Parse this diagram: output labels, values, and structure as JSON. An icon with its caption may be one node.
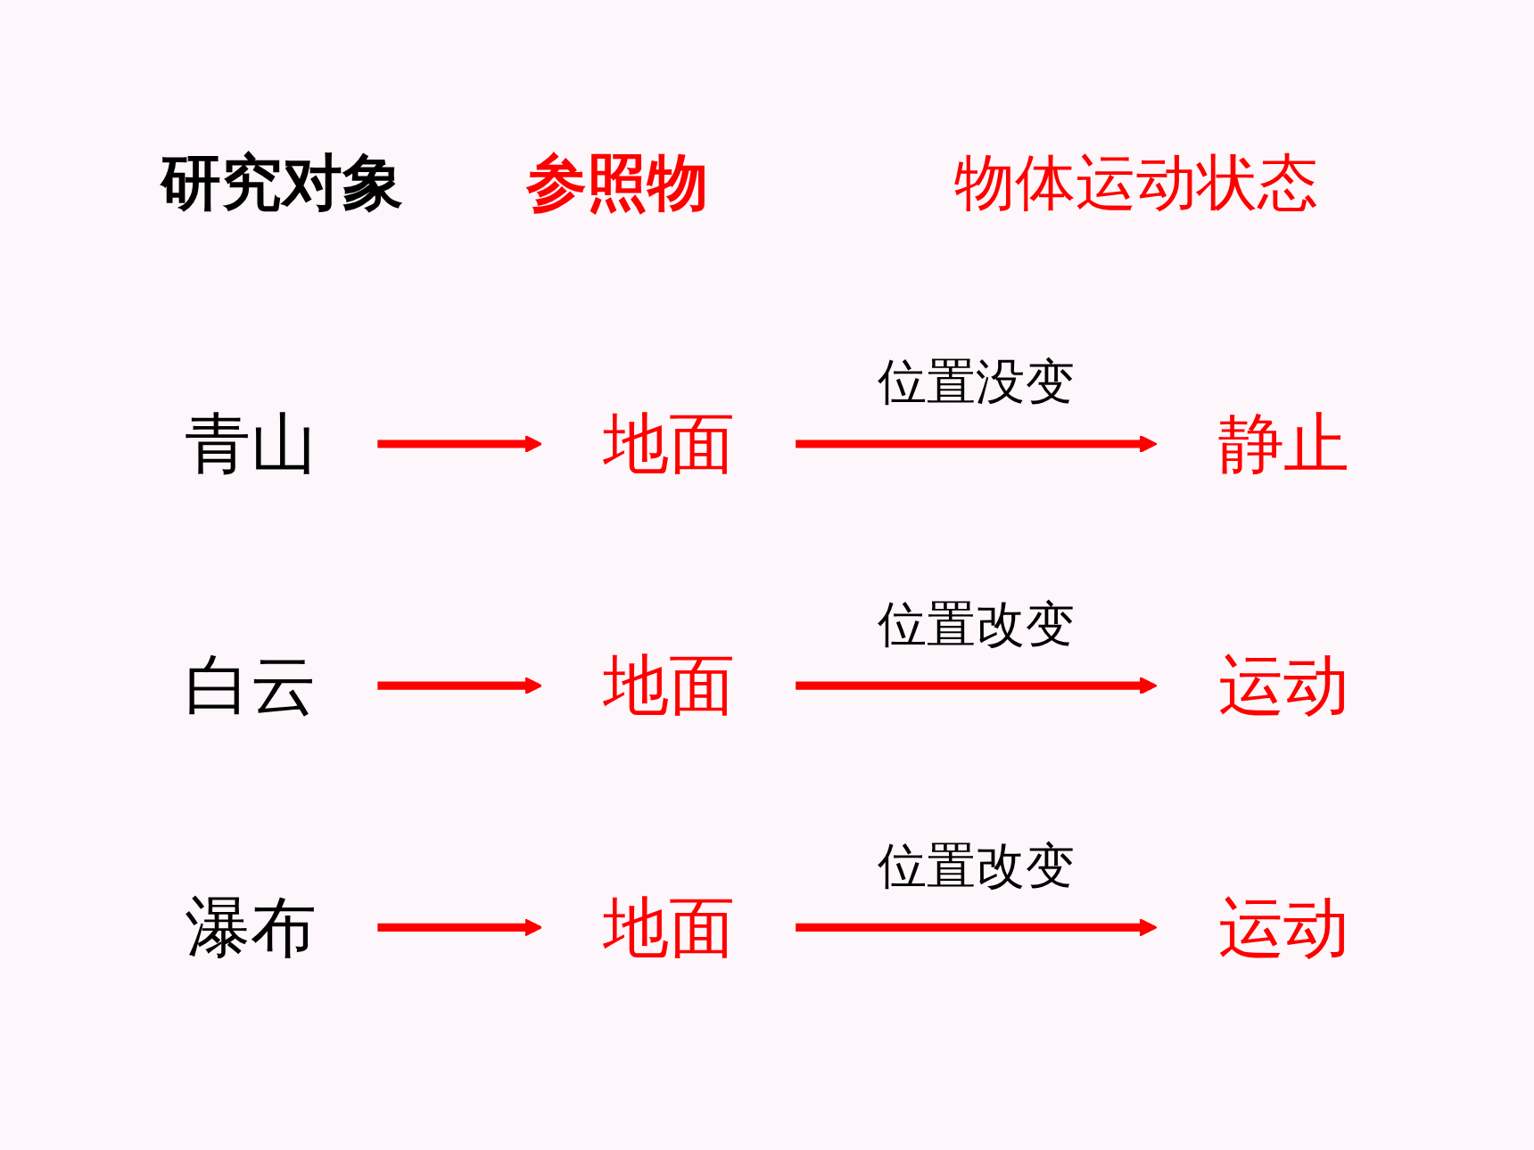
{
  "diagram": {
    "nodes": [
      {
        "text": [
          "青山"
        ]
      },
      {
        "text": [
          "地面"
        ]
      },
      {
        "text": [
          "静止"
        ]
      },
      {
        "text": [
          "白云"
        ]
      },
      {
        "text": [
          "地面"
        ]
      },
      {
        "text": [
          "运动"
        ]
      },
      {
        "text": [
          "瀑布"
        ]
      },
      {
        "text": [
          "地面"
        ]
      },
      {
        "text": [
          "运动"
        ]
      }
    ],
    "edges": [
      {
        "from": 0,
        "to": 1,
        "arrow": "to"
      },
      {
        "from": 1,
        "to": 2,
        "arrow": "to",
        "label": "位置没变"
      },
      {
        "from": 3,
        "to": 4,
        "arrow": "to"
      },
      {
        "from": 4,
        "to": 5,
        "arrow": "to",
        "label": "位置改变"
      },
      {
        "from": 6,
        "to": 7,
        "arrow": "to"
      },
      {
        "from": 7,
        "to": 8,
        "arrow": "to",
        "label": "位置改变"
      }
    ],
    "labels": [
      "研究对象",
      "参照物",
      "物体运动状态"
    ]
  }
}
